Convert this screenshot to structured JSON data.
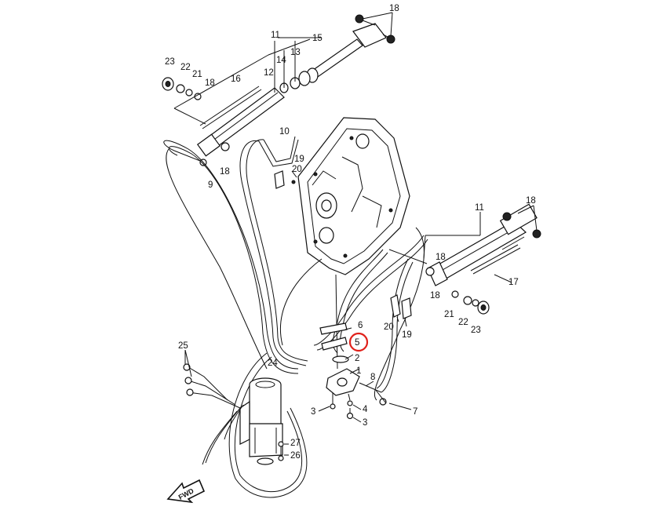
{
  "diagram": {
    "callouts": [
      {
        "id": "c18a",
        "text": "18"
      },
      {
        "id": "c11a",
        "text": "11"
      },
      {
        "id": "c15",
        "text": "15"
      },
      {
        "id": "c12",
        "text": "12"
      },
      {
        "id": "c14",
        "text": "14"
      },
      {
        "id": "c13",
        "text": "13"
      },
      {
        "id": "c16",
        "text": "16"
      },
      {
        "id": "c23a",
        "text": "23"
      },
      {
        "id": "c22a",
        "text": "22"
      },
      {
        "id": "c21a",
        "text": "21"
      },
      {
        "id": "c18b",
        "text": "18"
      },
      {
        "id": "c10",
        "text": "10"
      },
      {
        "id": "c19a",
        "text": "19"
      },
      {
        "id": "c20a",
        "text": "20"
      },
      {
        "id": "c18c",
        "text": "18"
      },
      {
        "id": "c9",
        "text": "9"
      },
      {
        "id": "c11b",
        "text": "11"
      },
      {
        "id": "c18d",
        "text": "18"
      },
      {
        "id": "c18e",
        "text": "18"
      },
      {
        "id": "c17",
        "text": "17"
      },
      {
        "id": "c18f",
        "text": "18"
      },
      {
        "id": "c21b",
        "text": "21"
      },
      {
        "id": "c22b",
        "text": "22"
      },
      {
        "id": "c23b",
        "text": "23"
      },
      {
        "id": "c20b",
        "text": "20"
      },
      {
        "id": "c19b",
        "text": "19"
      },
      {
        "id": "c6",
        "text": "6"
      },
      {
        "id": "c5",
        "text": "5"
      },
      {
        "id": "c2",
        "text": "2"
      },
      {
        "id": "c1",
        "text": "1"
      },
      {
        "id": "c8",
        "text": "8"
      },
      {
        "id": "c7",
        "text": "7"
      },
      {
        "id": "c4",
        "text": "4"
      },
      {
        "id": "c3a",
        "text": "3"
      },
      {
        "id": "c3b",
        "text": "3"
      },
      {
        "id": "c25",
        "text": "25"
      },
      {
        "id": "c24",
        "text": "24"
      },
      {
        "id": "c27",
        "text": "27"
      },
      {
        "id": "c26",
        "text": "26"
      }
    ],
    "fwd_label": "FWD",
    "highlight_color": "#e0201a",
    "line_color": "#111111"
  }
}
